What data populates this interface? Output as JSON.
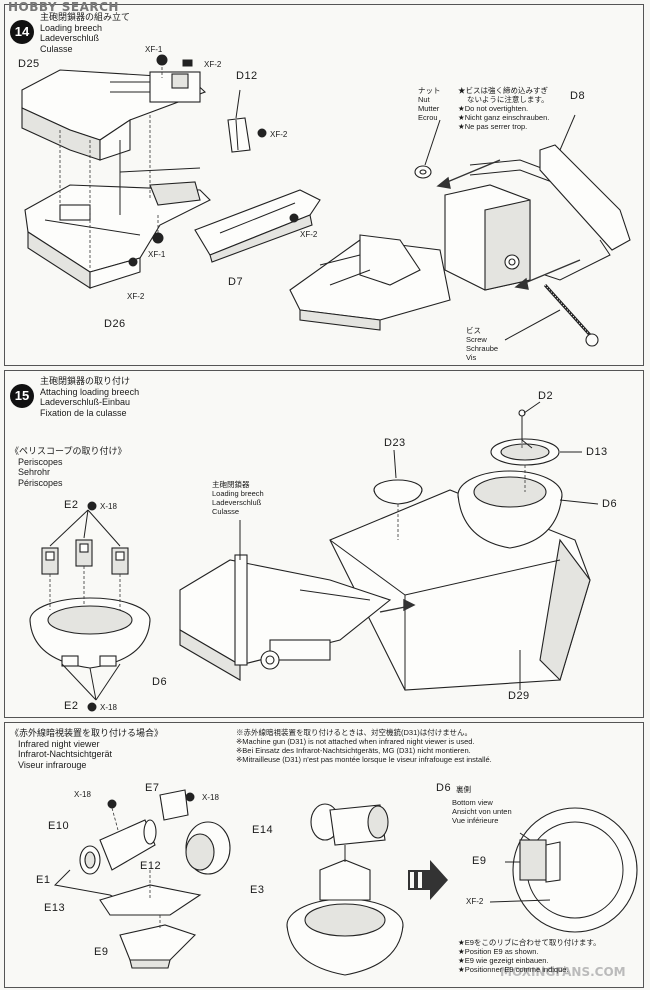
{
  "watermark_top": "HOBBY SEARCH",
  "watermark_bottom": "MOXINGFANS.COM",
  "step14": {
    "number": "14",
    "title_jp": "主砲閉鎖器の組み立て",
    "title_en": "Loading breech",
    "title_de": "Ladeverschluß",
    "title_fr": "Culasse",
    "parts": [
      "D25",
      "D12",
      "D7",
      "D26",
      "D8"
    ],
    "screw_labels": {
      "xf1_a": "XF-1",
      "xf2_a": "XF-2",
      "xf2_b": "XF-2",
      "xf2_c": "XF-2",
      "xf1_b": "XF-1",
      "xf2_d": "XF-2"
    },
    "nut": {
      "jp": "ナット",
      "en": "Nut",
      "de": "Mutter",
      "fr": "Ecrou"
    },
    "caution": [
      "★ビスは強く締め込みすぎ",
      "ないように注意します。",
      "★Do not overtighten.",
      "★Nicht ganz einschrauben.",
      "★Ne pas serrer trop."
    ],
    "screw": {
      "jp": "ビス",
      "en": "Screw",
      "de": "Schraube",
      "fr": "Vis"
    }
  },
  "step15": {
    "number": "15",
    "title_jp": "主砲閉鎖器の取り付け",
    "title_en": "Attaching loading breech",
    "title_de": "Ladeverschluß-Einbau",
    "title_fr": "Fixation de la culasse",
    "periscope": {
      "jp": "《ペリスコープの取り付け》",
      "en": "Periscopes",
      "de": "Sehrohr",
      "fr": "Périscopes"
    },
    "breech": {
      "jp": "主砲閉鎖器",
      "en": "Loading breech",
      "de": "Ladeverschluß",
      "fr": "Culasse"
    },
    "parts": {
      "d2": "D2",
      "d13": "D13",
      "d23": "D23",
      "d6": "D6",
      "d29": "D29",
      "e2a": "E2",
      "e2b": "E2",
      "d6b": "D6"
    },
    "x18": "X-18"
  },
  "infrared": {
    "title_jp": "《赤外線暗視装置を取り付ける場合》",
    "title_en": "Infrared night viewer",
    "title_de": "Infrarot-Nachtsichtgerät",
    "title_fr": "Viseur infrarouge",
    "notes": [
      "※赤外線暗視装置を取り付けるときは、対空機銃(D31)は付けません。",
      "※Machine gun (D31) is not attached when infrared night viewer is used.",
      "※Bei Einsatz des Infrarot-Nachtsichtgeräts, MG (D31) nicht montieren.",
      "※Mitrailleuse (D31) n'est pas montée lorsque le viseur infrafouge est installé."
    ],
    "parts": {
      "e7": "E7",
      "e10": "E10",
      "e14": "E14",
      "e12": "E12",
      "e1": "E1",
      "e3": "E3",
      "e13": "E13",
      "e9": "E9",
      "e9b": "E9"
    },
    "x18a": "X-18",
    "x18b": "X-18",
    "bottom": {
      "part": "D6",
      "jp": "裏側",
      "en": "Bottom view",
      "de": "Ansicht von unten",
      "fr": "Vue inférieure"
    },
    "xf2": "XF-2",
    "pos_note": [
      "★E9をこのリブに合わせて取り付けます。",
      "★Position E9 as shown.",
      "★E9 wie gezeigt einbauen.",
      "★Positionner E9 comme indiqué."
    ]
  }
}
